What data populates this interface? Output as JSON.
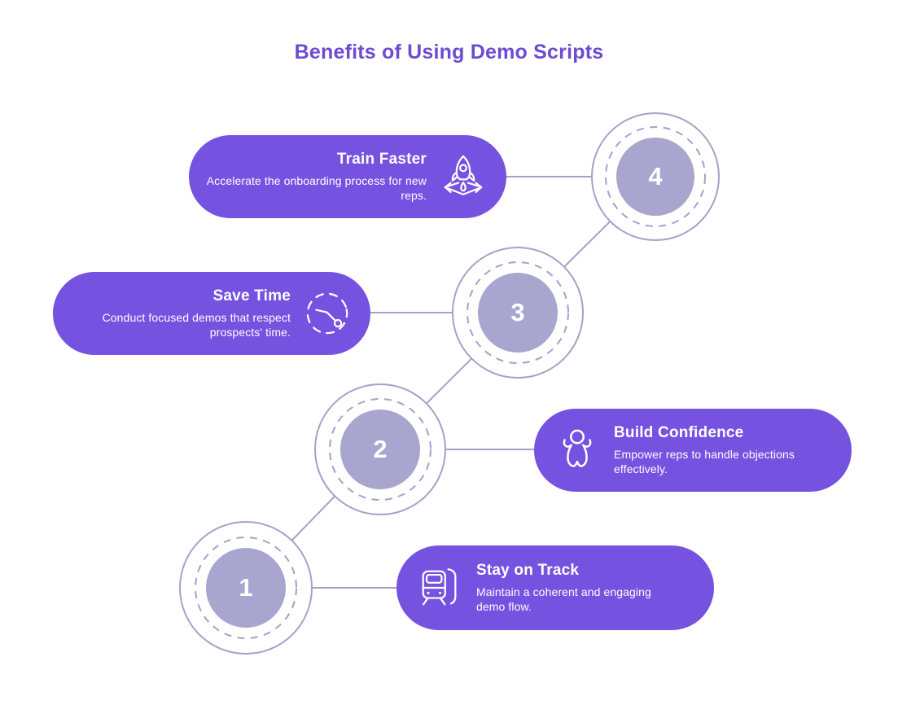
{
  "title": "Benefits of Using Demo Scripts",
  "colors": {
    "pill_background": "#7552e0",
    "title_text": "#6d4bd2",
    "node_fill": "#a8a5ce",
    "connector_line": "#a5a1c8",
    "pill_text": "#ffffff"
  },
  "steps": [
    {
      "number": "1",
      "title": "Stay on Track",
      "description": "Maintain a coherent and engaging demo flow.",
      "icon": "train-icon"
    },
    {
      "number": "2",
      "title": "Build Confidence",
      "description": "Empower reps to handle objections effectively.",
      "icon": "person-arms-up-icon"
    },
    {
      "number": "3",
      "title": "Save Time",
      "description": "Conduct focused demos that respect prospects' time.",
      "icon": "stopwatch-icon"
    },
    {
      "number": "4",
      "title": "Train Faster",
      "description": "Accelerate the onboarding process for new reps.",
      "icon": "rocket-launch-icon"
    }
  ]
}
